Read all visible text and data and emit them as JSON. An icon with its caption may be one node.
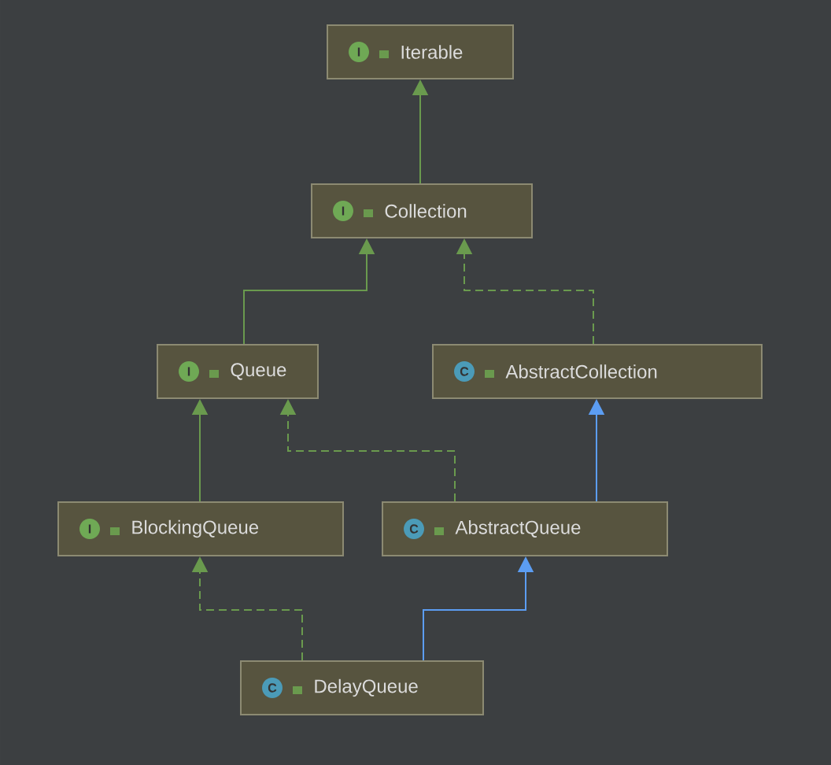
{
  "diagram": {
    "nodes": [
      {
        "text": [
          "I",
          "Iterable"
        ]
      },
      {
        "text": [
          "I",
          "Collection"
        ]
      },
      {
        "text": [
          "I",
          "Queue"
        ]
      },
      {
        "text": [
          "C",
          "AbstractCollection"
        ]
      },
      {
        "text": [
          "I",
          "BlockingQueue"
        ]
      },
      {
        "text": [
          "C",
          "AbstractQueue"
        ]
      },
      {
        "text": [
          "C",
          "DelayQueue"
        ]
      }
    ],
    "edges": [
      {
        "from": 1,
        "to": 0,
        "arrow": "to"
      },
      {
        "from": 2,
        "to": 1,
        "arrow": "to"
      },
      {
        "from": 3,
        "to": 1,
        "arrow": "to",
        "style": "dashed"
      },
      {
        "from": 4,
        "to": 2,
        "arrow": "to"
      },
      {
        "from": 5,
        "to": 2,
        "arrow": "to",
        "style": "dashed"
      },
      {
        "from": 5,
        "to": 3,
        "arrow": "to",
        "color": "#5c9df2"
      },
      {
        "from": 6,
        "to": 4,
        "arrow": "to",
        "style": "dashed"
      },
      {
        "from": 6,
        "to": 5,
        "arrow": "to",
        "color": "#5c9df2"
      }
    ]
  }
}
